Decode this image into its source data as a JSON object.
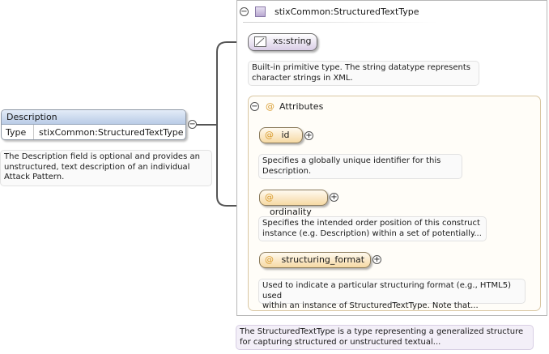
{
  "element": {
    "name": "Description",
    "type_key": "Type",
    "type_value": "stixCommon:StructuredTextType",
    "doc": [
      "The Description field is optional and provides an",
      "unstructured, text description of an individual",
      "Attack Pattern."
    ]
  },
  "complex_type": {
    "name": "stixCommon:StructuredTextType",
    "base": "xs:string",
    "base_doc": [
      "Built-in primitive type. The string datatype represents",
      "character strings in XML."
    ],
    "doc": [
      "The StructuredTextType is a type representing a generalized structure",
      "for capturing structured or unstructured textual..."
    ]
  },
  "attributes": {
    "header": "Attributes",
    "at_symbol": "@",
    "items": [
      {
        "name": "id",
        "doc": [
          "Specifies a globally unique identifier for this",
          "Description."
        ]
      },
      {
        "name": "ordinality",
        "doc": [
          "Specifies the intended order position of this construct",
          "instance (e.g. Description) within a set of potentially..."
        ]
      },
      {
        "name": "structuring_format",
        "doc": [
          "Used to indicate a particular structuring format (e.g., HTML5) used",
          "within an instance of StructuredTextType. Note that..."
        ]
      }
    ]
  },
  "toggles": {
    "collapse": "−",
    "expand": "+"
  }
}
